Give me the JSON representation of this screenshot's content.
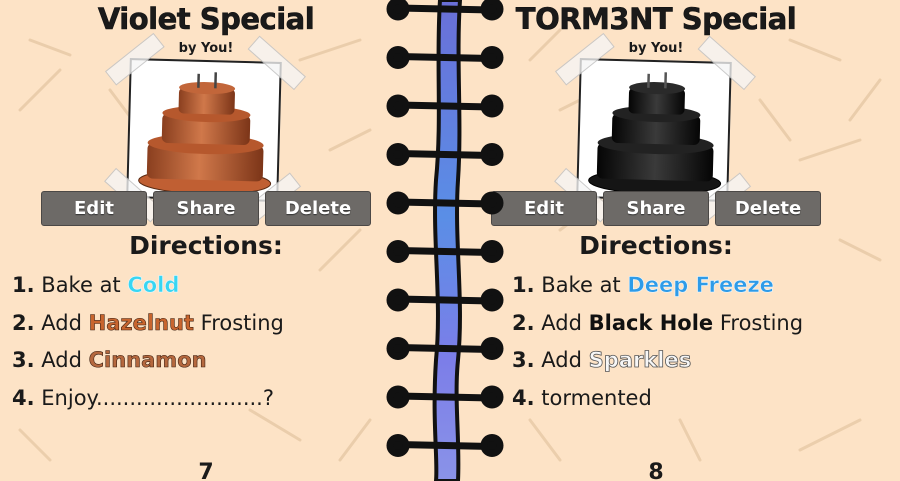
{
  "left_page": {
    "title": "Violet Special",
    "byline": "by You!",
    "buttons": {
      "edit": "Edit",
      "share": "Share",
      "delete": "Delete"
    },
    "directions_heading": "Directions:",
    "steps": [
      {
        "num": "1.",
        "prefix": "Bake at ",
        "highlight": "Cold",
        "highlight_color": "#38d6f2",
        "suffix": ""
      },
      {
        "num": "2.",
        "prefix": "Add ",
        "highlight": "Hazelnut",
        "highlight_color": "#c8652e",
        "suffix": " Frosting"
      },
      {
        "num": "3.",
        "prefix": "Add ",
        "highlight": "Cinnamon",
        "highlight_color": "#b5683e",
        "suffix": ""
      },
      {
        "num": "4.",
        "prefix": "Enjoy.........................?",
        "highlight": "",
        "highlight_color": "",
        "suffix": ""
      }
    ],
    "page_number": "7",
    "cake_icon": "brown-cake-icon",
    "cake_color": "#b85a33"
  },
  "right_page": {
    "title": "TORM3NT Special",
    "byline": "by You!",
    "buttons": {
      "edit": "Edit",
      "share": "Share",
      "delete": "Delete"
    },
    "directions_heading": "Directions:",
    "steps": [
      {
        "num": "1.",
        "prefix": "Bake at ",
        "highlight": "Deep Freeze",
        "highlight_color": "#2e9be8",
        "suffix": ""
      },
      {
        "num": "2.",
        "prefix": "Add ",
        "highlight": "Black Hole",
        "highlight_color": "#111111",
        "suffix": " Frosting"
      },
      {
        "num": "3.",
        "prefix": "Add ",
        "highlight": "Sparkles",
        "highlight_color": "#f5f5f5",
        "suffix": ""
      },
      {
        "num": "4.",
        "prefix": "tormented",
        "highlight": "",
        "highlight_color": "",
        "suffix": ""
      }
    ],
    "page_number": "8",
    "cake_icon": "black-cake-icon",
    "cake_color": "#1a1a1a"
  },
  "colors": {
    "paper": "#fde3c6",
    "button": "#6d6a67",
    "spine_blue": "#6f7fe0",
    "spiral": "#111111"
  }
}
